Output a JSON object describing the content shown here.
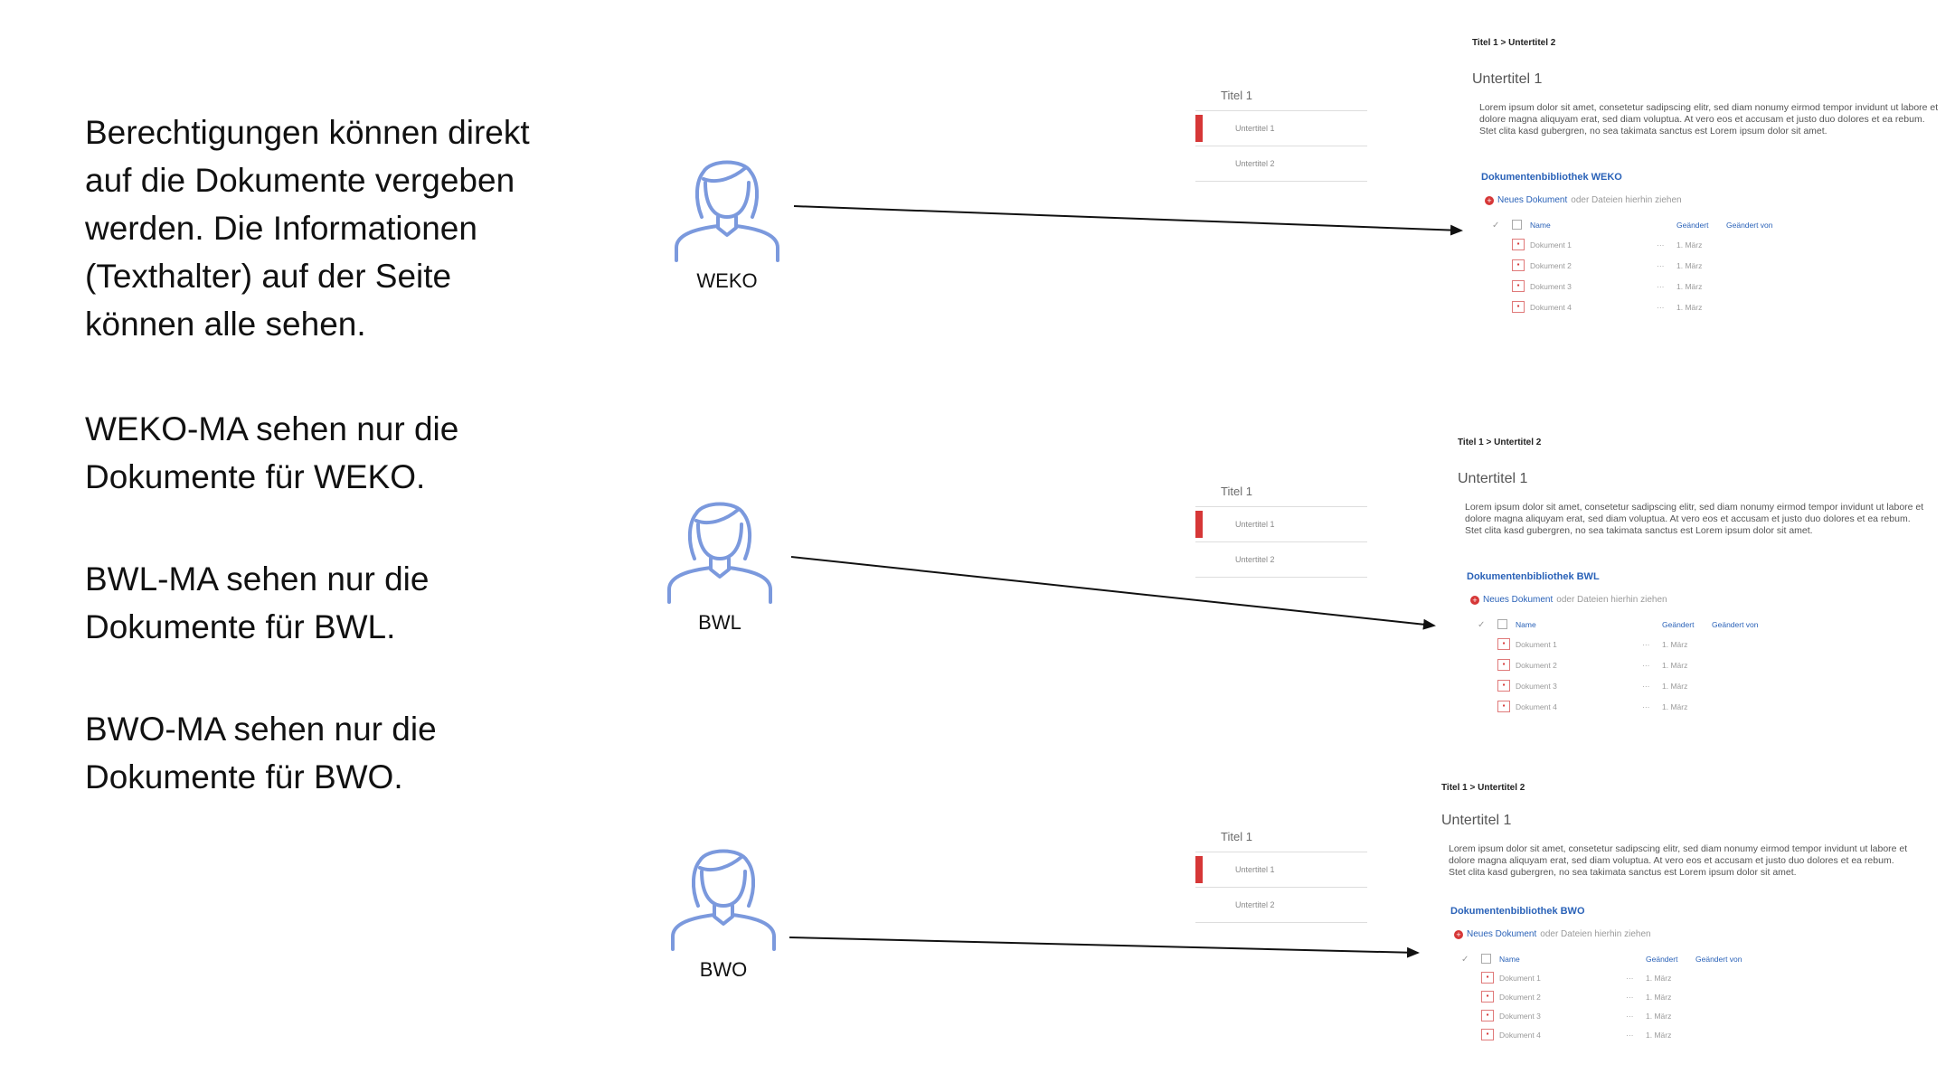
{
  "description": {
    "intro_lines": [
      "Berechtigungen können direkt",
      "auf die Dokumente vergeben",
      "werden. Die Informationen",
      "(Texthalter) auf der Seite",
      "können alle sehen."
    ],
    "weko_lines": [
      "WEKO-MA sehen nur die",
      "Dokumente für WEKO."
    ],
    "bwl_lines": [
      "BWL-MA sehen nur die",
      "Dokumente für BWL."
    ],
    "bwo_lines": [
      "BWO-MA sehen nur die",
      "Dokumente für BWO."
    ]
  },
  "users": [
    {
      "label": "WEKO",
      "icon": "person-icon"
    },
    {
      "label": "BWL",
      "icon": "person-icon"
    },
    {
      "label": "BWO",
      "icon": "person-icon"
    }
  ],
  "nav": {
    "title": "Titel 1",
    "items": [
      "Untertitel 1",
      "Untertitel 2"
    ]
  },
  "pages": [
    {
      "breadcrumb": "Titel 1 > Untertitel 2",
      "subtitle": "Untertitel 1",
      "lorem": "Lorem ipsum dolor sit amet, consetetur sadipscing elitr, sed diam nonumy eirmod tempor invidunt ut labore et dolore magna aliquyam erat, sed diam voluptua. At vero eos et accusam et justo duo dolores et ea rebum. Stet clita kasd gubergren, no sea takimata sanctus est Lorem ipsum dolor sit amet.",
      "library_title": "Dokumentenbibliothek WEKO",
      "new_doc_link": "Neues Dokument",
      "new_doc_rest": "oder Dateien hierhin ziehen",
      "columns": {
        "name": "Name",
        "modified": "Geändert",
        "modified_by": "Geändert von"
      },
      "rows": [
        {
          "name": "Dokument 1",
          "date": "1. März"
        },
        {
          "name": "Dokument 2",
          "date": "1. März"
        },
        {
          "name": "Dokument 3",
          "date": "1. März"
        },
        {
          "name": "Dokument 4",
          "date": "1. März"
        }
      ]
    },
    {
      "breadcrumb": "Titel 1 > Untertitel 2",
      "subtitle": "Untertitel 1",
      "lorem": "Lorem ipsum dolor sit amet, consetetur sadipscing elitr, sed diam nonumy eirmod tempor invidunt ut labore et dolore magna aliquyam erat, sed diam voluptua. At vero eos et accusam et justo duo dolores et ea rebum. Stet clita kasd gubergren, no sea takimata sanctus est Lorem ipsum dolor sit amet.",
      "library_title": "Dokumentenbibliothek BWL",
      "new_doc_link": "Neues Dokument",
      "new_doc_rest": "oder Dateien hierhin ziehen",
      "columns": {
        "name": "Name",
        "modified": "Geändert",
        "modified_by": "Geändert von"
      },
      "rows": [
        {
          "name": "Dokument 1",
          "date": "1. März"
        },
        {
          "name": "Dokument 2",
          "date": "1. März"
        },
        {
          "name": "Dokument 3",
          "date": "1. März"
        },
        {
          "name": "Dokument 4",
          "date": "1. März"
        }
      ]
    },
    {
      "breadcrumb": "Titel 1 > Untertitel 2",
      "subtitle": "Untertitel 1",
      "lorem": "Lorem ipsum dolor sit amet, consetetur sadipscing elitr, sed diam nonumy eirmod tempor invidunt ut labore et dolore magna aliquyam erat, sed diam voluptua. At vero eos et accusam et justo duo dolores et ea rebum. Stet clita kasd gubergren, no sea takimata sanctus est Lorem ipsum dolor sit amet.",
      "library_title": "Dokumentenbibliothek BWO",
      "new_doc_link": "Neues Dokument",
      "new_doc_rest": "oder Dateien hierhin ziehen",
      "columns": {
        "name": "Name",
        "modified": "Geändert",
        "modified_by": "Geändert von"
      },
      "rows": [
        {
          "name": "Dokument 1",
          "date": "1. März"
        },
        {
          "name": "Dokument 2",
          "date": "1. März"
        },
        {
          "name": "Dokument 3",
          "date": "1. März"
        },
        {
          "name": "Dokument 4",
          "date": "1. März"
        }
      ]
    }
  ],
  "colors": {
    "person_icon": "#7b99dd",
    "accent_red": "#d63737",
    "link_blue": "#2a62b8",
    "arrow": "#111111"
  }
}
